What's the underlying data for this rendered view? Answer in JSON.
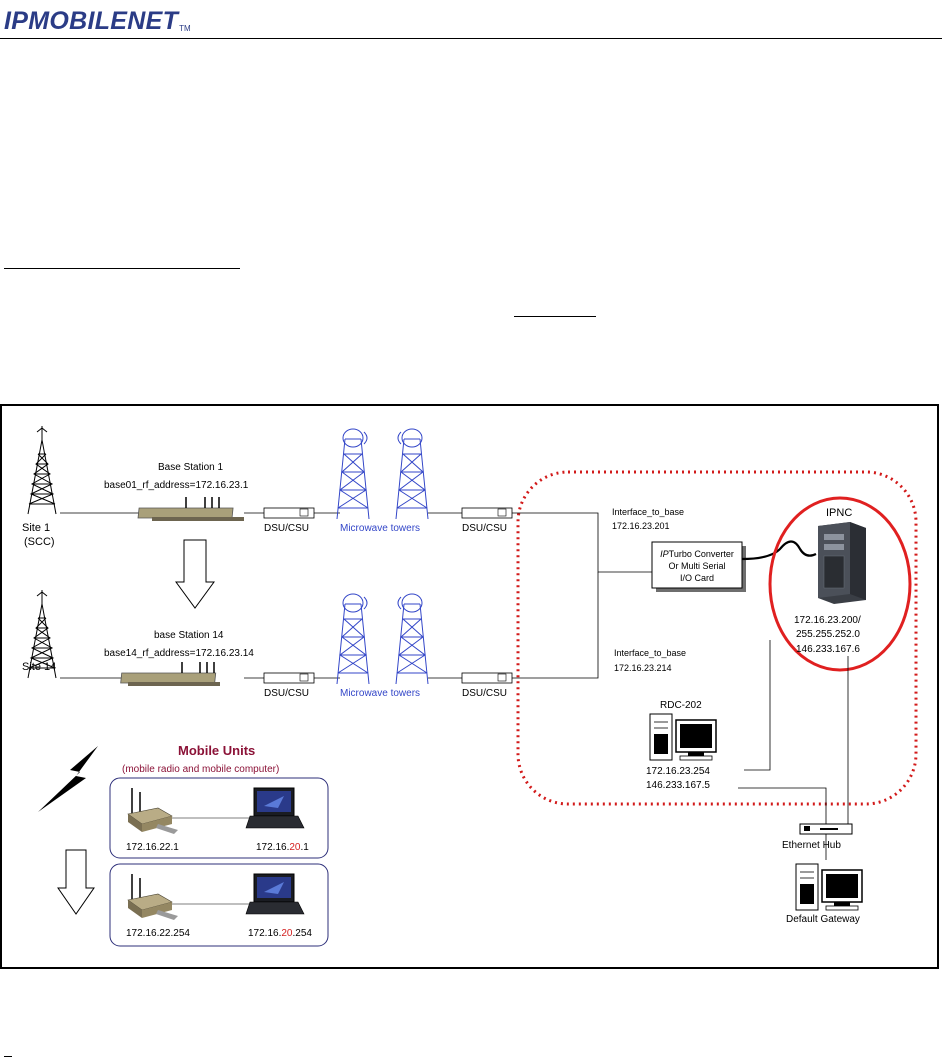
{
  "header": {
    "logo_text": "IPMOBILENET",
    "logo_tm": "TM"
  },
  "diagram": {
    "site1": {
      "name": "Site 1",
      "sub": "(SCC)"
    },
    "site14": {
      "name": "Site 14"
    },
    "base1": {
      "title": "Base Station 1",
      "address": "base01_rf_address=172.16.23.1"
    },
    "base14": {
      "title": "base Station 14",
      "address": "base14_rf_address=172.16.23.14"
    },
    "dsu_label": "DSU/CSU",
    "microwave_label": "Microwave towers",
    "interface1": {
      "name": "Interface_to_base",
      "ip": "172.16.23.201"
    },
    "interface2": {
      "name": "Interface_to_base",
      "ip": "172.16.23.214"
    },
    "converter": {
      "line1_italic": "IP",
      "line1_rest": "Turbo Converter",
      "line2": "Or Multi Serial",
      "line3": "I/O Card"
    },
    "ipnc": {
      "label": "IPNC",
      "ip1": "172.16.23.200/",
      "mask": "255.255.252.0",
      "ip2": "146.233.167.6"
    },
    "rdc": {
      "label": "RDC-202",
      "ip1": "172.16.23.254",
      "ip2": "146.233.167.5"
    },
    "hub_label": "Ethernet Hub",
    "gateway_label": "Default Gateway",
    "mobile": {
      "title": "Mobile Units",
      "subtitle": "(mobile radio and mobile computer)",
      "unit1": {
        "radio_ip": "172.16.22.1",
        "pc_prefix": "172.16.",
        "pc_mid": "20",
        "pc_suffix": ".1"
      },
      "unit2": {
        "radio_ip": "172.16.22.254",
        "pc_prefix": "172.16.",
        "pc_mid": "20",
        "pc_suffix": ".254"
      }
    }
  },
  "colors": {
    "logo": "#2b3c86",
    "tower_blue": "#3346c8",
    "dotted_red": "#d21a1a",
    "ipnc_circle": "#e02020",
    "mobile_title": "#8b1237",
    "mobile_box": "#2d2f7a",
    "mobile_highlight": "#d42020"
  }
}
